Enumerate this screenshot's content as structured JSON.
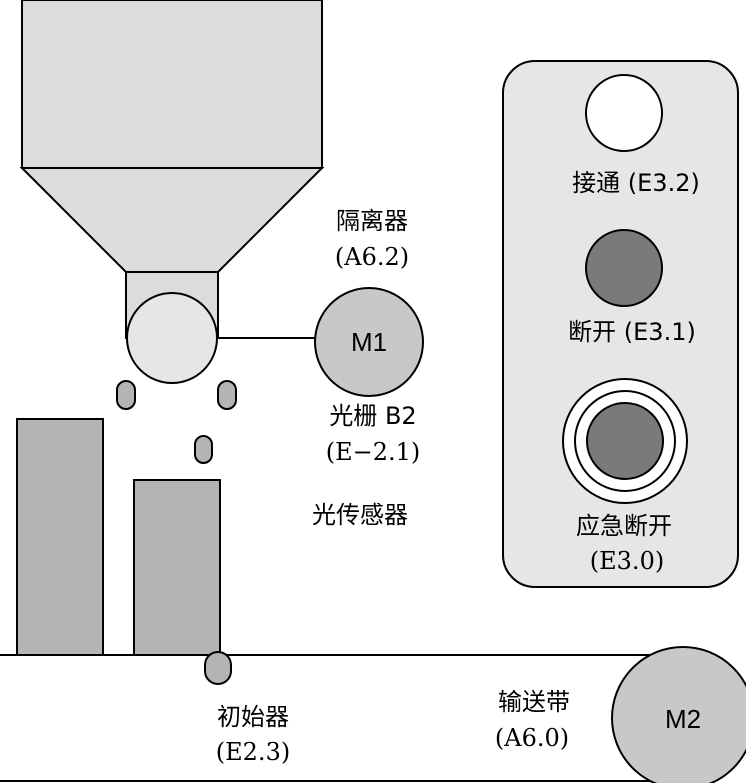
{
  "colors": {
    "hopper": "#dcdcdc",
    "box": "#b4b4b4",
    "motor": "#c8c8c8",
    "button_dark": "#7a7a7a",
    "panel": "#e6e6e6",
    "stroke": "#000000"
  },
  "separator": {
    "name": "隔离器",
    "code": "(A6.2)"
  },
  "motor1": {
    "label": "M1"
  },
  "light_grid": {
    "name": "光栅 B2",
    "code": "(E−2.1)"
  },
  "photo_sensor": {
    "name": "光传感器"
  },
  "initiator": {
    "name": "初始器",
    "code": "(E2.3)"
  },
  "conveyor": {
    "name": "输送带",
    "code": "(A6.0)"
  },
  "motor2": {
    "label": "M2"
  },
  "panel": {
    "on_button": {
      "label": "接通 (E3.2)"
    },
    "off_button": {
      "label": "断开 (E3.1)"
    },
    "emergency_button": {
      "name": "应急断开",
      "code": "(E3.0)"
    }
  }
}
